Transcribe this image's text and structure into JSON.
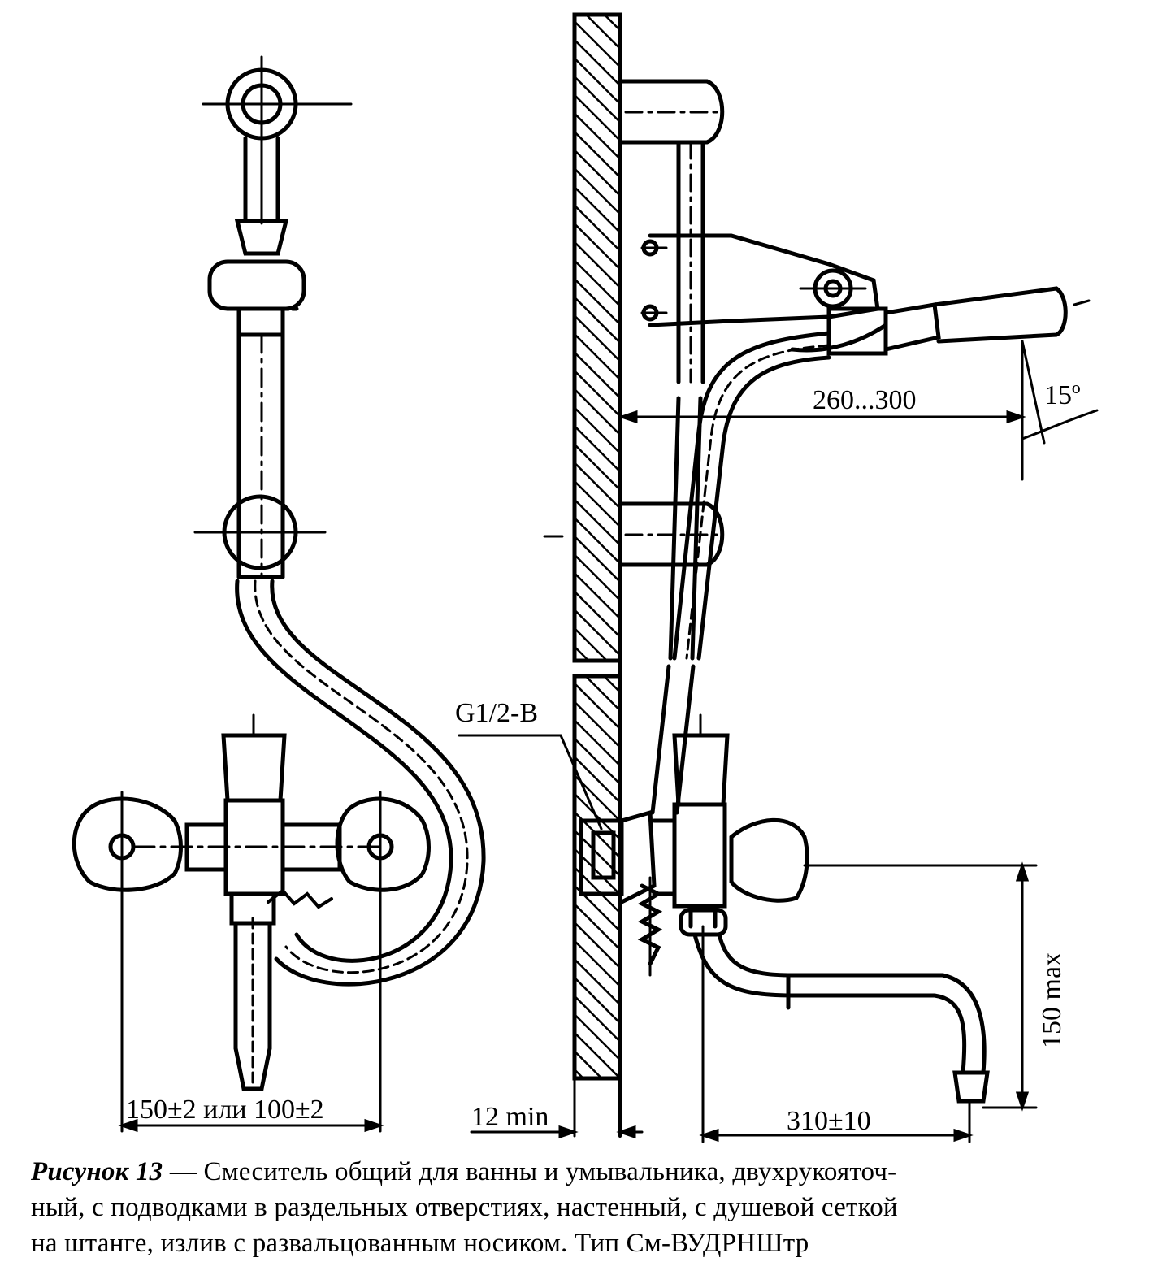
{
  "figure": {
    "colors": {
      "ink": "#000000",
      "paper": "#ffffff"
    },
    "dimensions": {
      "horizontal_spacing": "150±2 или 100±2",
      "wall_clearance": "12 min",
      "thread": "G1/2-B",
      "spout_reach": "310±10",
      "spout_height": "150 max",
      "shower_reach": "260...300",
      "shower_angle": "15º"
    },
    "caption": {
      "label": "Рисунок 13",
      "line1": " — Смеситель  общий для ванны и умывальника, двухрукояточ-",
      "line2": "ный, с подводками в раздельных отверстиях, настенный, с душевой сеткой",
      "line3": "на штанге, излив с развальцованным носиком. Тип См-ВУДРНШтр"
    }
  }
}
